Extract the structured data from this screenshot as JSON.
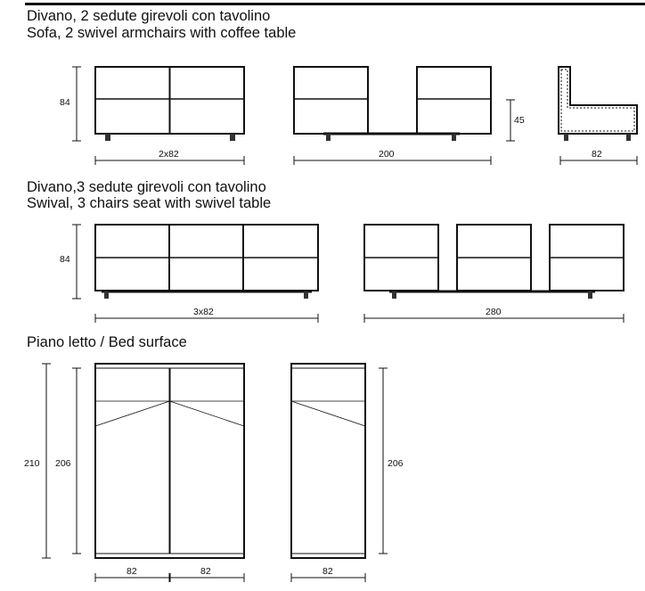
{
  "sections": [
    {
      "title_it": "Divano, 2 sedute girevoli con tavolino",
      "title_en": "Sofa, 2 swivel armchairs with coffee table"
    },
    {
      "title_it": "Divano,3 sedute girevoli con tavolino",
      "title_en": "Swival, 3 chairs seat with swivel table"
    },
    {
      "title_it": "Piano letto / Bed surface"
    }
  ],
  "dimensions": {
    "s1_height": "84",
    "s1_sofa_width": "2x82",
    "s1_split_width": "200",
    "s1_seat_height": "45",
    "s1_side_depth": "82",
    "s2_height": "84",
    "s2_sofa_width": "3x82",
    "s2_split_width": "280",
    "bed_total_length": "210",
    "bed_inner_length": "206",
    "bed_width_left": "82",
    "bed_width_right": "82",
    "bed_side_length": "206",
    "bed_side_width": "82"
  }
}
